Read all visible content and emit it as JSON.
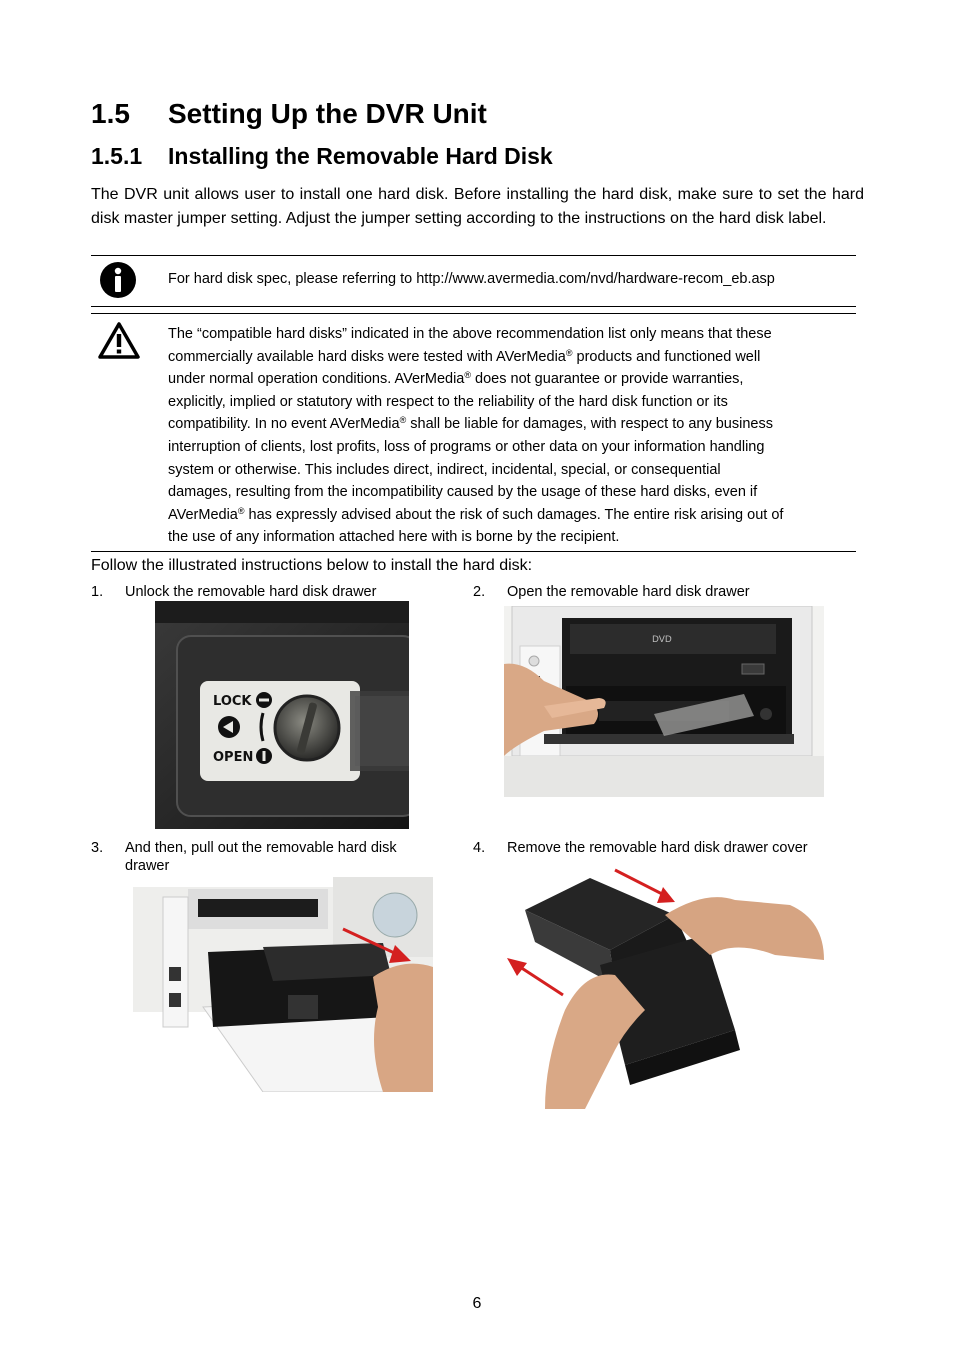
{
  "section": {
    "number": "1.5",
    "title": "Setting Up the DVR Unit"
  },
  "subsection": {
    "number": "1.5.1",
    "title": "Installing the Removable Hard Disk"
  },
  "intro_text": "The DVR unit allows user to install one hard disk. Before installing the hard disk, make sure to set the hard disk master jumper setting. Adjust the jumper setting according to the instructions on the hard disk label.",
  "note": {
    "icon": "info-icon",
    "text": "For hard disk spec, please referring to http://www.avermedia.com/nvd/hardware-recom_eb.asp"
  },
  "warning": {
    "icon": "warning-icon",
    "reg_mark": "®",
    "lines": [
      {
        "text": "The “compatible hard disks” indicated in the above recommendation list only means that these"
      },
      {
        "before": "commercially available hard disks were tested with AVerMedia",
        "after": " products and functioned well"
      },
      {
        "before": "under normal operation conditions. AVerMedia",
        "after": " does not guarantee or provide warranties,"
      },
      {
        "text": "explicitly, implied or statutory with respect to the reliability of the hard disk function or its"
      },
      {
        "before": "compatibility. In no event AVerMedia",
        "after": " shall be liable for damages, with respect to any business"
      },
      {
        "text": "interruption of clients, lost profits, loss of programs or other data on your information handling"
      },
      {
        "text": "system or otherwise. This includes direct, indirect, incidental, special, or consequential"
      },
      {
        "text": "damages, resulting from the incompatibility caused by the usage of these hard disks, even if"
      },
      {
        "before": "AVerMedia",
        "after": " has expressly advised about the risk of such damages. The entire risk arising out of"
      },
      {
        "text": "the use of any information attached here with is borne by the recipient."
      }
    ]
  },
  "follow_text": "Follow the illustrated instructions below to install the hard disk:",
  "steps": [
    {
      "number": "1.",
      "text": "Unlock the removable hard disk drawer"
    },
    {
      "number": "2.",
      "text": "Open the removable hard disk drawer"
    },
    {
      "number": "3.",
      "text": "And then, pull out the removable hard disk drawer"
    },
    {
      "number": "4.",
      "text": "Remove the removable hard disk drawer cover"
    }
  ],
  "photo1_labels": {
    "lock": "LOCK",
    "open": "OPEN"
  },
  "photo2_labels": {
    "dvd": "DVD"
  },
  "page_number": "6"
}
